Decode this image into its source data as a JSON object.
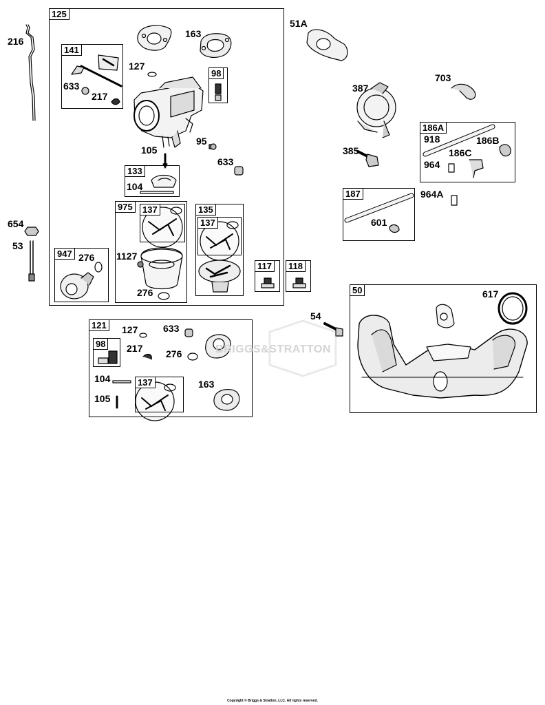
{
  "boxes": {
    "b125": "125",
    "b141": "141",
    "b98a": "98",
    "b133": "133",
    "b975": "975",
    "b137a": "137",
    "b135": "135",
    "b137b": "137",
    "b947": "947",
    "b117": "117",
    "b118": "118",
    "b121": "121",
    "b98b": "98",
    "b137c": "137",
    "b186A": "186A",
    "b187": "187",
    "b50": "50"
  },
  "labels": {
    "l216": "216",
    "l163a": "163",
    "l127a": "127",
    "l633a": "633",
    "l217a": "217",
    "l95": "95",
    "l105a": "105",
    "l633b": "633",
    "l104a": "104",
    "l654": "654",
    "l53": "53",
    "l276a": "276",
    "l1127": "1127",
    "l276b": "276",
    "l51A": "51A",
    "l387": "387",
    "l703": "703",
    "l918": "918",
    "l186B": "186B",
    "l186C": "186C",
    "l964": "964",
    "l385": "385",
    "l964A": "964A",
    "l601": "601",
    "l54": "54",
    "l617": "617",
    "l127b": "127",
    "l633c": "633",
    "l217b": "217",
    "l276c": "276",
    "l104b": "104",
    "l163b": "163",
    "l105b": "105"
  },
  "watermark": "BRIGGS&STRATTON",
  "copyright": "Copyright © Briggs & Stratton, LLC. All rights reserved."
}
